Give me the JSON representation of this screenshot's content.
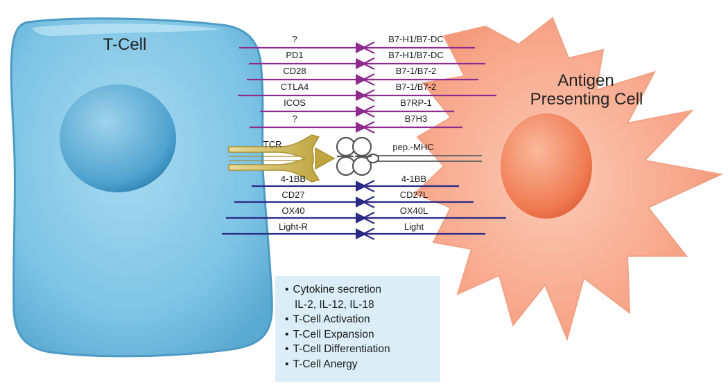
{
  "tcell_label": "T-Cell",
  "apc_label": [
    "Antigen",
    "Presenting Cell"
  ],
  "colors": {
    "tcell_fill": "#7cc3e4",
    "apc_fill": "#f7a589",
    "inhibitory_pair": "#8e2b8f",
    "costim_pair": "#2a2a86",
    "tcr": "#c9b24a",
    "mhc": "#6a6a6a",
    "outcome_box": "#dbeef7"
  },
  "purple_pairs": [
    {
      "receptor": "?",
      "ligand": "B7-H1/B7-DC"
    },
    {
      "receptor": "PD1",
      "ligand": "B7-H1/B7-DC"
    },
    {
      "receptor": "CD28",
      "ligand": "B7-1/B7-2"
    },
    {
      "receptor": "CTLA4",
      "ligand": "B7-1/B7-2"
    },
    {
      "receptor": "ICOS",
      "ligand": "B7RP-1"
    },
    {
      "receptor": "?",
      "ligand": "B7H3"
    }
  ],
  "tcr_complex": {
    "receptor": "TCR",
    "ligand": "pep.-MHC"
  },
  "blue_pairs": [
    {
      "receptor": "4-1BB",
      "ligand": "4-1BB"
    },
    {
      "receptor": "CD27",
      "ligand": "CD27L"
    },
    {
      "receptor": "OX40",
      "ligand": "OX40L"
    },
    {
      "receptor": "Light-R",
      "ligand": "Light"
    }
  ],
  "outcomes": [
    {
      "text": "Cytokine secretion",
      "bullet": true
    },
    {
      "text": "IL-2, IL-12, IL-18",
      "bullet": false
    },
    {
      "text": "T-Cell Activation",
      "bullet": true
    },
    {
      "text": "T-Cell Expansion",
      "bullet": true
    },
    {
      "text": "T-Cell Differentiation",
      "bullet": true
    },
    {
      "text": "T-Cell Anergy",
      "bullet": true
    }
  ]
}
